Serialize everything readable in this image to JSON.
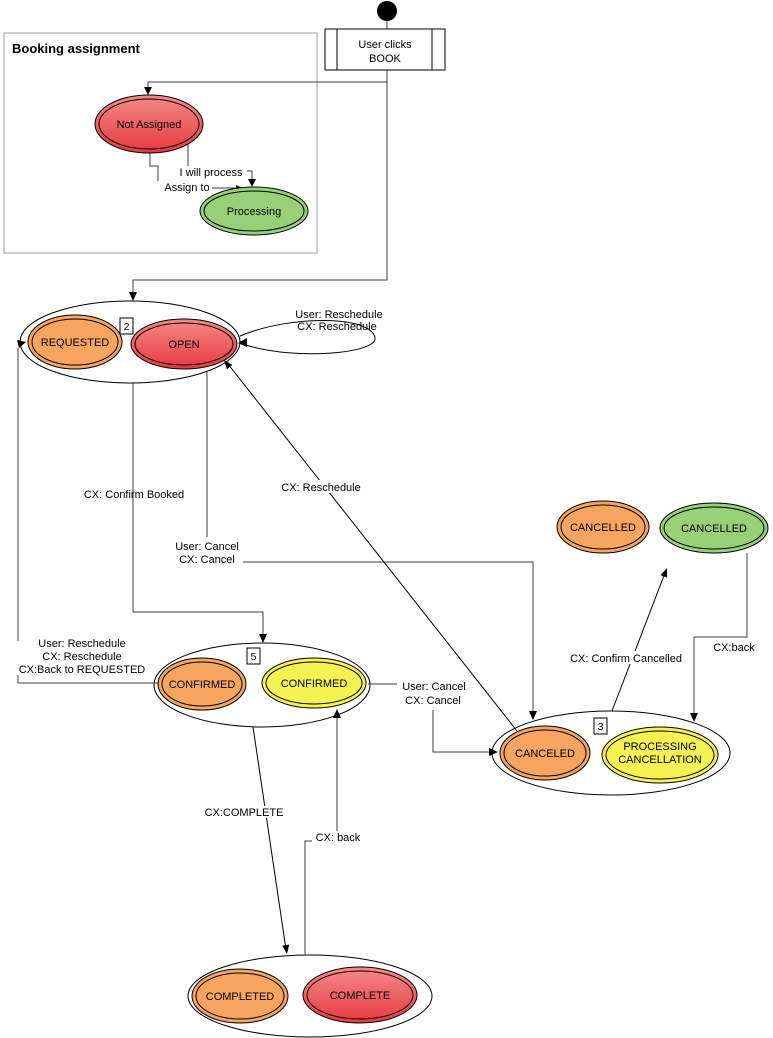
{
  "colors": {
    "orange": "#f5a55f",
    "red_light": "#f58a8a",
    "red_dark": "#e6393f",
    "green": "#97d077",
    "yellow": "#f5f351",
    "container_border": "#9e9e9e"
  },
  "container": {
    "title": "Booking assignment"
  },
  "book": {
    "line1": "User clicks",
    "line2": "BOOK"
  },
  "states": {
    "not_assigned": "Not Assigned",
    "processing": "Processing",
    "requested": "REQUESTED",
    "open": "OPEN",
    "confirmed_o": "CONFIRMED",
    "confirmed_y": "CONFIRMED",
    "canceled": "CANCELED",
    "proc_cancel_1": "PROCESSING",
    "proc_cancel_2": "CANCELLATION",
    "cancelled_o": "CANCELLED",
    "cancelled_g": "CANCELLED",
    "completed": "COMPLETED",
    "complete": "COMPLETE"
  },
  "badges": {
    "open_group": "2",
    "confirmed_group": "5",
    "cancel_group": "3"
  },
  "edges": {
    "i_will_process": "I will process",
    "assign_to": "Assign to",
    "self_loop_1": "User: Reschedule",
    "self_loop_2": "CX: Reschedule",
    "confirm_booked": "CX: Confirm Booked",
    "open_cancel_1": "User: Cancel",
    "open_cancel_2": "CX: Cancel",
    "reschedule": "CX: Reschedule",
    "back_req_1": "User: Reschedule",
    "back_req_2": "CX: Reschedule",
    "back_req_3": "CX:Back to REQUESTED",
    "conf_cancel_1": "User: Cancel",
    "conf_cancel_2": "CX: Cancel",
    "confirm_cancelled": "CX: Confirm Cancelled",
    "cx_back_right": "CX:back",
    "cx_complete": "CX:COMPLETE",
    "cx_back_bottom": "CX: back"
  }
}
